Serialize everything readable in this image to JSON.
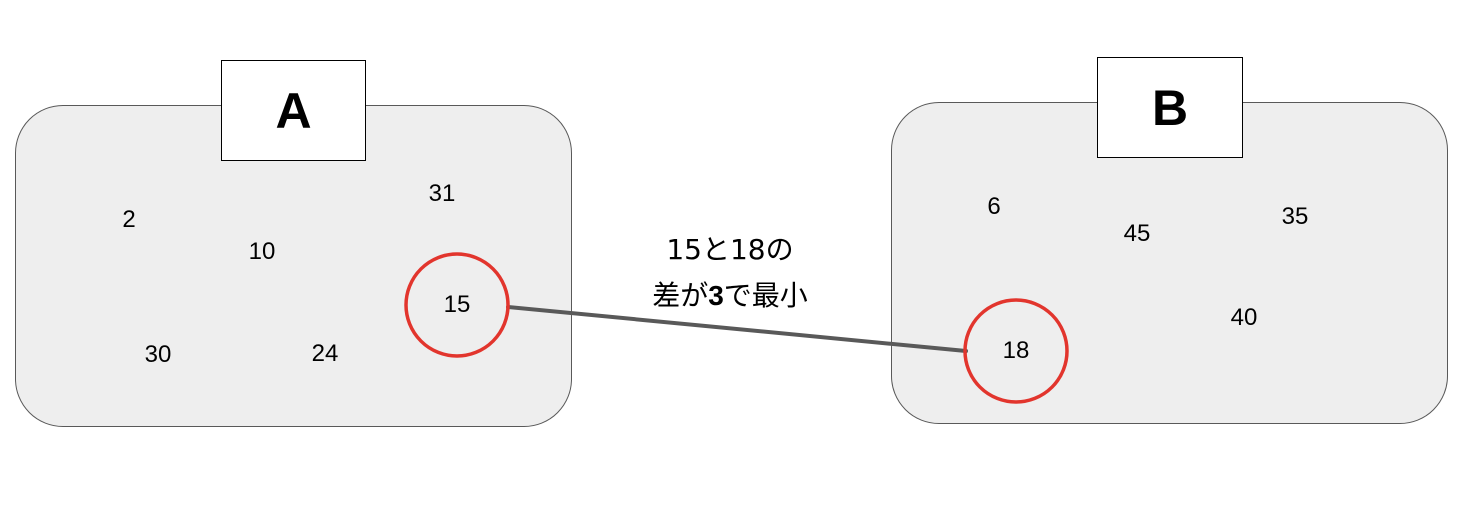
{
  "sets": [
    {
      "label": "A",
      "numbers": [
        "2",
        "10",
        "31",
        "15",
        "30",
        "24"
      ],
      "highlight": "15"
    },
    {
      "label": "B",
      "numbers": [
        "6",
        "45",
        "35",
        "18",
        "40"
      ],
      "highlight": "18"
    }
  ],
  "annotation": {
    "line1": "15と18の",
    "line2_prefix": "差が",
    "line2_bold": "3",
    "line2_suffix": "で最小"
  },
  "colors": {
    "highlight_circle": "#e2352d",
    "connector": "#595959",
    "set_fill": "#eeeeee",
    "set_border": "#595959"
  }
}
